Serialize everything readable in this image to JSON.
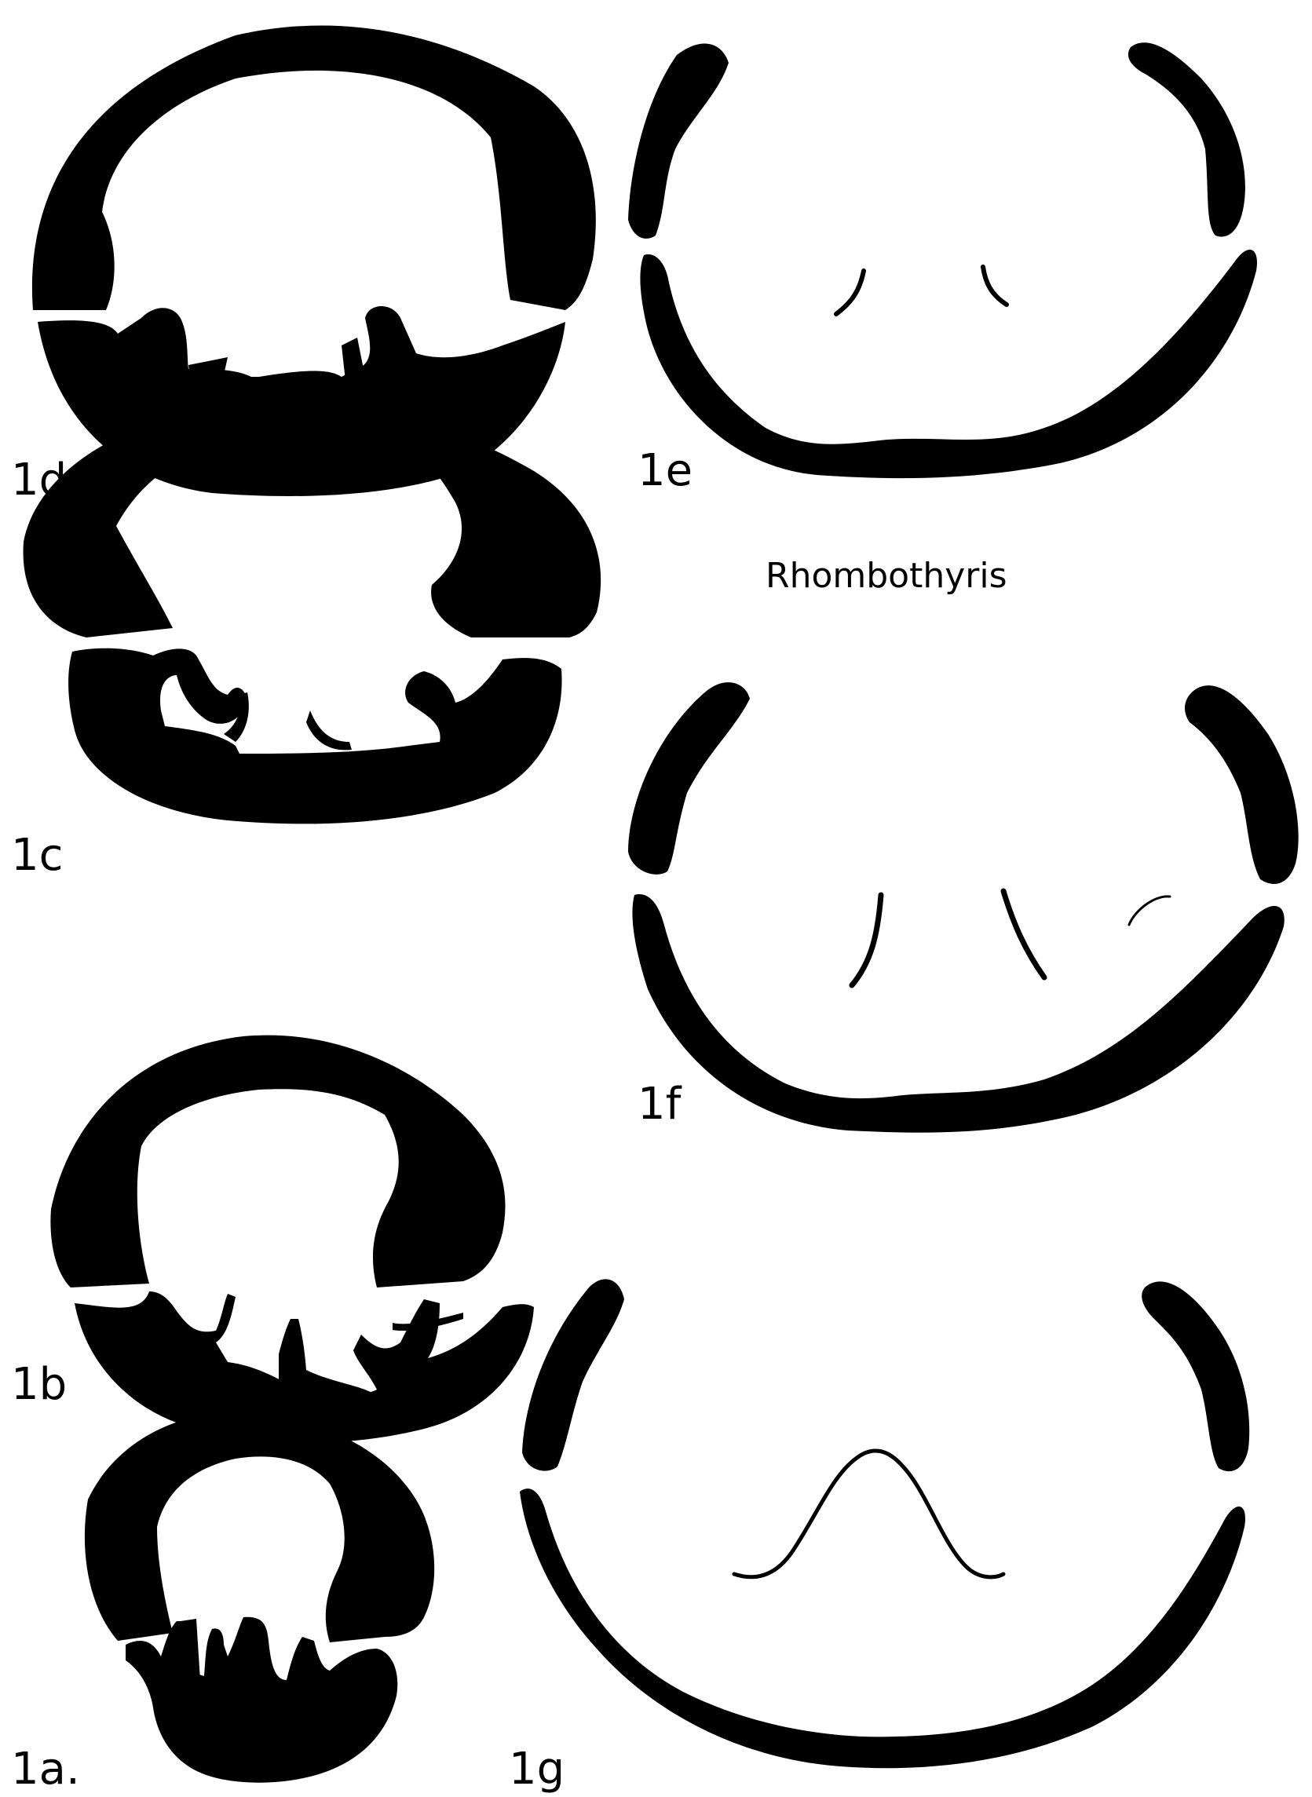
{
  "plate": {
    "genus_title": "Rhombothyris",
    "colors": {
      "ink": "#000000",
      "paper": "#ffffff"
    },
    "figures": [
      {
        "id": "1a",
        "label": "1a."
      },
      {
        "id": "1b",
        "label": "1b"
      },
      {
        "id": "1c",
        "label": "1c"
      },
      {
        "id": "1d",
        "label": "1d"
      },
      {
        "id": "1e",
        "label": "1e"
      },
      {
        "id": "1f",
        "label": "1f"
      },
      {
        "id": "1g",
        "label": "1g"
      }
    ]
  }
}
